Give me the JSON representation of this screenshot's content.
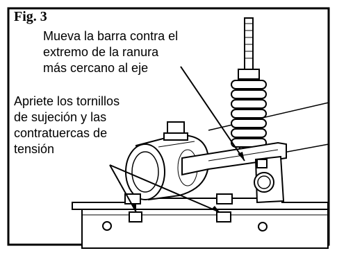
{
  "figure": {
    "title": "Fig. 3",
    "callout_top": [
      "Mueva la barra contra el",
      "extremo de la ranura",
      "más cercano al eje"
    ],
    "callout_left": [
      "Apriete los tornillos",
      "de sujeción y las",
      "contratuercas de",
      "tensión"
    ]
  },
  "colors": {
    "ink": "#000000",
    "paper": "#ffffff",
    "shade": "#d6d6d6"
  }
}
